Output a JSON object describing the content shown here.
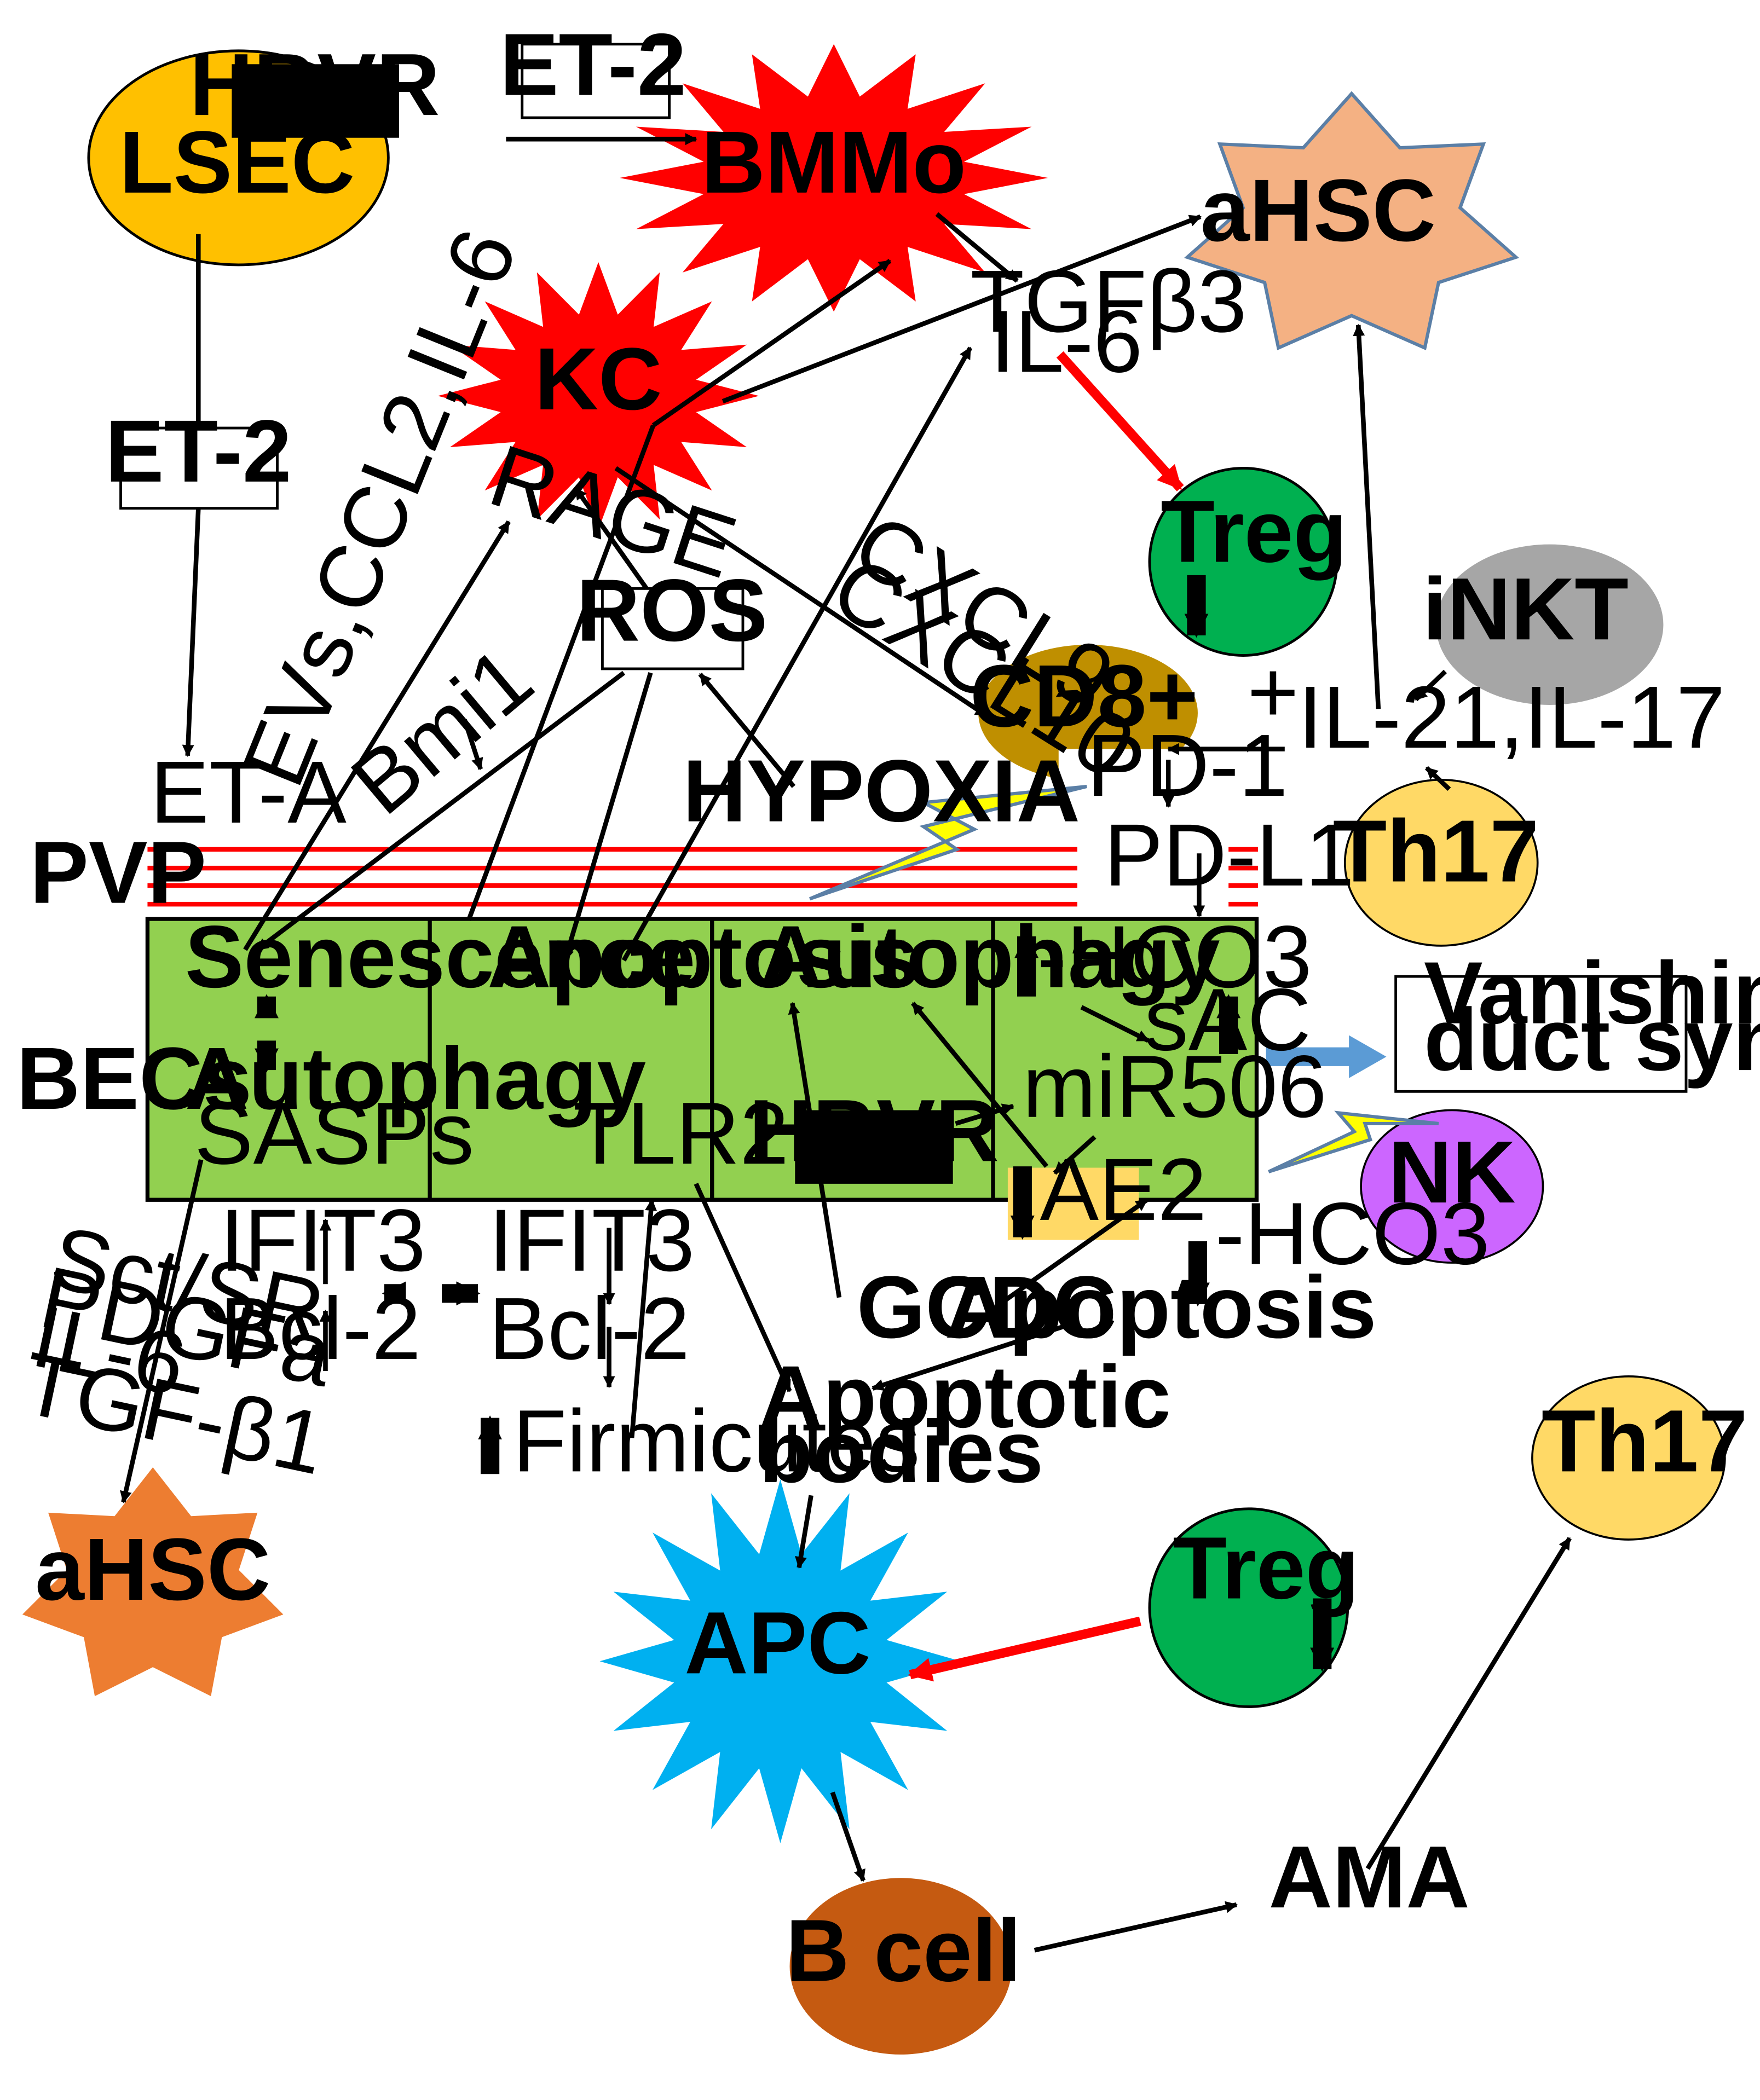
{
  "cells": {
    "lsec": "LSEC",
    "bmmo": "BMMo",
    "kc": "KC",
    "ahsc_top": "aHSC",
    "ahsc_bottom": "aHSC",
    "treg_top": "Treg",
    "treg_bottom": "Treg",
    "inkt": "iNKT",
    "cd8": "CD8+",
    "th17_right": "Th17",
    "th17_bottom": "Th17",
    "nk": "NK",
    "apc": "APC",
    "bcell": "B cell"
  },
  "boxes": {
    "hbvr_top": "HBVR",
    "hbvr_becs": "HBVR",
    "et2_top": "ET-2",
    "et2_left": "ET-2",
    "ros": "ROS",
    "vbds_line1": "Vanishing bile",
    "vbds_line2": "duct syndrome",
    "ae2": "AE2"
  },
  "labels": {
    "tgfb3": "TGFβ3",
    "il6_top": "IL-6",
    "rage": "RAGE",
    "cxcl9": "CXCL9",
    "cxcl10": "CXCL10",
    "evs": "EVs,CCL2,IL-6",
    "bmi1": "Bmi1",
    "hypoxia": "HYPOXIA",
    "et_a": "ET-A",
    "pvp": "PVP",
    "becs": "BECs",
    "pd1": "PD-1",
    "pdl1": "PD-L1",
    "plus": "+",
    "il21_il17": "IL-21,IL-17",
    "senescence": "Senescence",
    "apoptosis_cell": "Apoptosis",
    "autophagy_cell": "Autophagy",
    "hco3_in": "-HCO3",
    "sac": "sAC",
    "autophagy_sen": "Autophagy",
    "sasps": "SASPs",
    "tlr2": "TLR2",
    "mir506": "miR506",
    "ifit3_left": "IFIT3",
    "bcl2_left": "Bcl-2",
    "ifit3_right": "IFIT3",
    "bcl2_right": "Bcl-2",
    "firmicutes": "Firmicutes",
    "gcdc": "GCDC",
    "apoptosis_lower": "Apoptosis",
    "hco3_out": "-HCO3",
    "apoptotic_bodies_1": "Apoptotic",
    "apoptotic_bodies_2": "bodies",
    "sct_sr": "Sct/SR",
    "pdgfa": "PDGFa",
    "il6_left": "IL-6",
    "tgfb1": "TGF-β1",
    "ama": "AMA"
  },
  "colors": {
    "red_star": "#ff0000",
    "lsec": "#ffc000",
    "ahsc_top": "#f4b183",
    "ahsc_bottom": "#ed7d31",
    "treg": "#00b050",
    "inkt": "#a6a6a6",
    "cd8": "#bf8f00",
    "th17": "#ffd966",
    "nk": "#cc66ff",
    "apc": "#00b0f0",
    "bcell": "#c55a11",
    "becs": "#92d050",
    "ae2": "#ffd966",
    "pvp_line": "#ff0000",
    "lightning": "#ffff00",
    "vbds_arrow": "#5b9bd5",
    "hbvr_text": "#ff0000",
    "red_arrow": "#ff0000"
  }
}
